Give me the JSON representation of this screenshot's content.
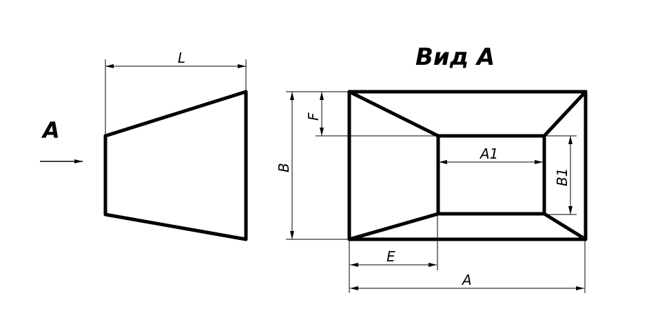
{
  "title": "Вид А",
  "view_marker": "A",
  "dimensions": {
    "L": "L",
    "B": "B",
    "F": "F",
    "A1": "A1",
    "B1": "B1",
    "E": "E",
    "A": "A"
  }
}
